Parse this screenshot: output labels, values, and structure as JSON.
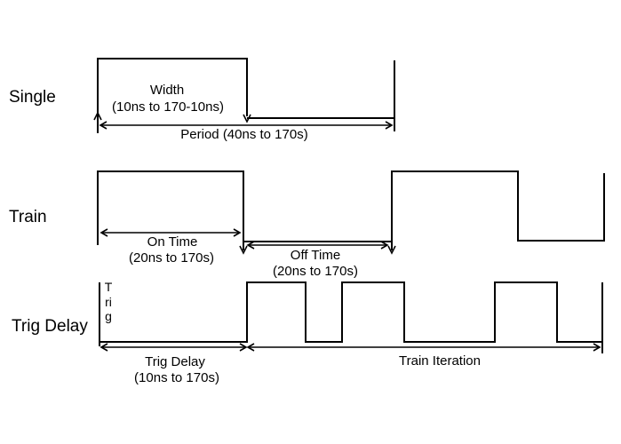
{
  "colors": {
    "background": "#ffffff",
    "line": "#000000",
    "text": "#000000"
  },
  "single": {
    "label": "Single",
    "width_label": "Width",
    "width_range": "(10ns to 170-10ns)",
    "period_label": "Period (40ns to 170s)"
  },
  "train": {
    "label": "Train",
    "on_time_label": "On Time",
    "on_time_range": "(20ns to 170s)",
    "off_time_label": "Off Time",
    "off_time_range": "(20ns to 170s)"
  },
  "trig": {
    "label": "Trig Delay",
    "trig_marker": "Trig",
    "delay_label": "Trig Delay",
    "delay_range": "(10ns to 170s)",
    "iteration_label": "Train Iteration"
  }
}
